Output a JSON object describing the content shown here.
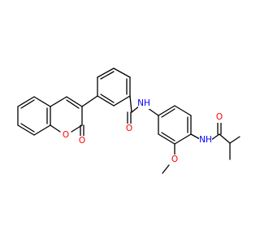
{
  "colors": {
    "carbon_bond": "#000000",
    "oxygen": "#ff0000",
    "nitrogen": "#0000ff",
    "background": "#ffffff"
  },
  "atom_labels": {
    "amide_nh_1": "NH",
    "amide_o_1": "O",
    "methoxy_o": "O",
    "amide_nh_2": "NH",
    "amide_o_2": "O",
    "ring_o": "O",
    "lactone_o": "O"
  }
}
